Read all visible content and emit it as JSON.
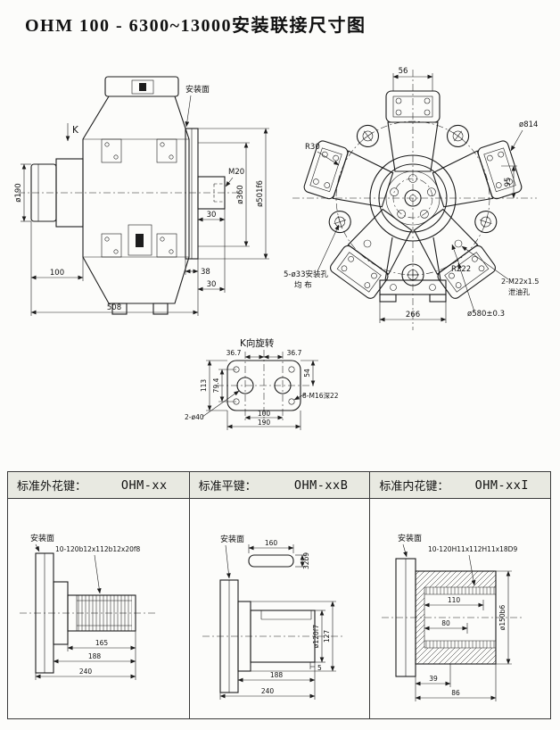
{
  "title": "OHM 100 - 6300~13000安装联接尺寸图",
  "side": {
    "k": "K",
    "face": "安装面",
    "d190": "ø190",
    "m20": "M20",
    "d360": "ø360",
    "d501": "ø501f6",
    "s30": "30",
    "d100": "100",
    "d508": "508",
    "d38": "38",
    "d30b": "30"
  },
  "front": {
    "d56": "56",
    "d814": "ø814",
    "r30": "R30",
    "d95": "95",
    "holes1": "5-ø33安装孔",
    "holes2": "均 布",
    "r222": "R222",
    "drain1": "2-M22x1.5",
    "drain2": "泄油孔",
    "d580": "ø580±0.3",
    "d266": "266"
  },
  "kview": {
    "title": "K向旋转",
    "d367a": "36.7",
    "d367b": "36.7",
    "d113": "113",
    "d794": "79.4",
    "d54": "54",
    "d100": "100",
    "d190": "190",
    "h2": "2-ø40",
    "h8": "8-M16深22"
  },
  "panels": [
    {
      "label": "标准外花键：",
      "code": "OHM-xx",
      "face": "安装面",
      "spline": "10-120b12x112b12x20f8",
      "d165": "165",
      "d188": "188",
      "d240": "240"
    },
    {
      "label": "标准平键：",
      "code": "OHM-xxB",
      "face": "安装面",
      "d160": "160",
      "d32": "32b9",
      "d120": "ø120f7",
      "d127": "127",
      "d5": "5",
      "d188": "188",
      "d240": "240"
    },
    {
      "label": "标准内花键：",
      "code": "OHM-xxI",
      "face": "安装面",
      "spline": "10-120H11x112H11x18D9",
      "d110": "110",
      "d80": "80",
      "d150": "ø150b6",
      "d39": "39",
      "d86": "86"
    }
  ]
}
